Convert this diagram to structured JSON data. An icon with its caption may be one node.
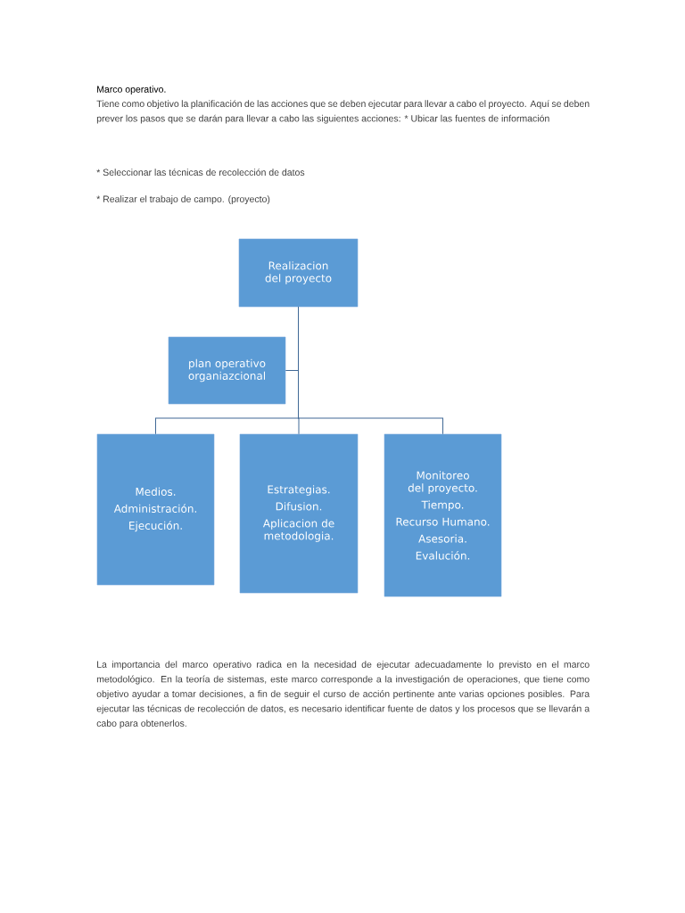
{
  "diagram": {
    "title": "Marco operativo.",
    "nodes": [
      {
        "text": [
          "Realizacion del proyecto"
        ]
      },
      {
        "text": [
          "plan operativo organiazcional"
        ]
      },
      {
        "text": [
          "Medios.",
          "Administración.",
          "Ejecución."
        ]
      },
      {
        "text": [
          "Estrategias.",
          "Difusion.",
          "Aplicacion de metodologia."
        ]
      },
      {
        "text": [
          "Monitoreo del proyecto.",
          "Tiempo.",
          "Recurso Humano.",
          "Asesoria.",
          "Evalución."
        ]
      }
    ],
    "edges": [
      {
        "from": 0,
        "to": 1,
        "arrow": "none"
      },
      {
        "from": 0,
        "to": 2,
        "arrow": "none"
      },
      {
        "from": 0,
        "to": 3,
        "arrow": "none"
      },
      {
        "from": 0,
        "to": 4,
        "arrow": "none"
      }
    ],
    "labels": [
      "Tiene como objetivo la planificación de las acciones que se deben ejecutar para llevar a cabo el proyecto. Aquí se deben prever los pasos que se darán para llevar a cabo las siguientes acciones: * Ubicar las fuentes de información",
      "* Seleccionar las técnicas de recolección de datos",
      "* Realizar el trabajo de campo. (proyecto)",
      "La importancia del marco operativo radica en la necesidad de ejecutar adecuadamente lo previsto en el marco metodológico. En la teoría de sistemas, este marco corresponde a la investigación de operaciones, que tiene como objetivo ayudar a tomar decisiones, a fin de seguir el curso de acción pertinente ante varias opciones posibles. Para ejecutar las técnicas de recolección de datos, es necesario identificar fuente de datos y los procesos que se llevarán a cabo para obtenerlos."
    ]
  }
}
